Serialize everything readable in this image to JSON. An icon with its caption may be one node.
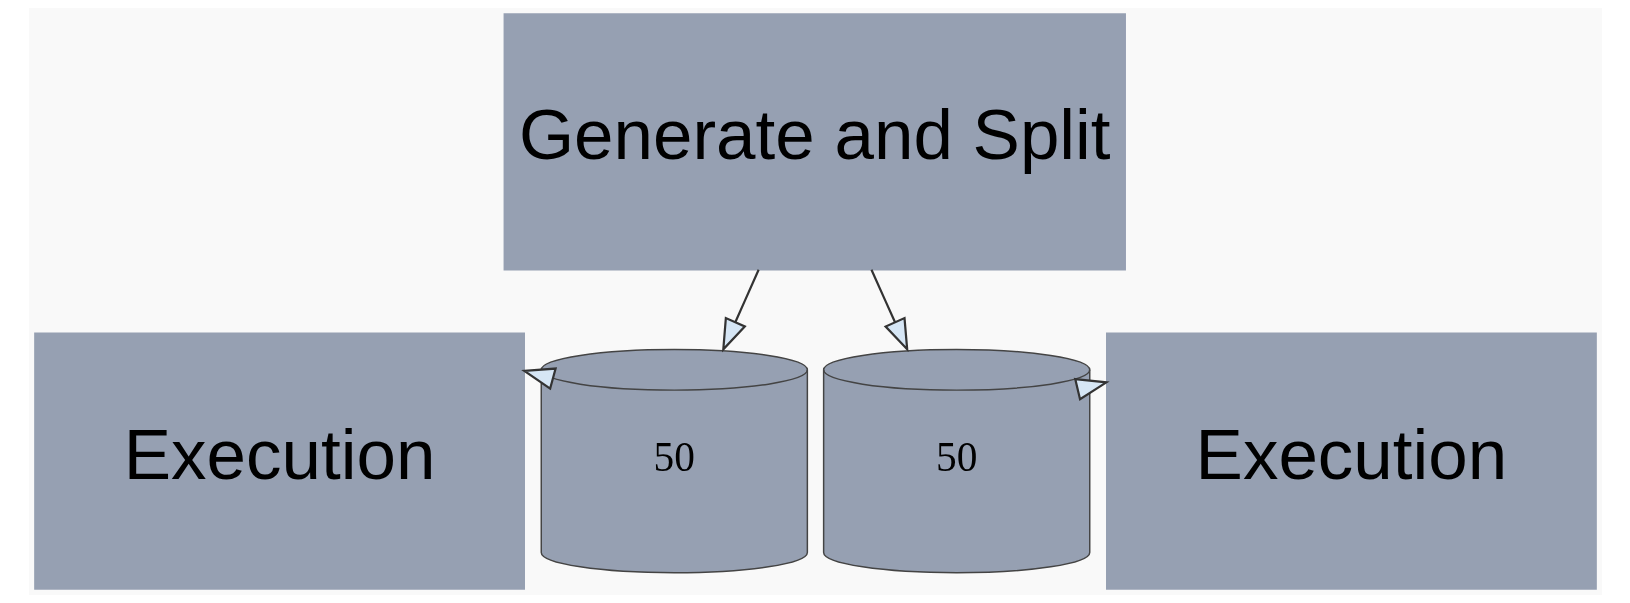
{
  "diagram": {
    "nodes": [
      {
        "text": [
          "Generate and Split"
        ]
      },
      {
        "text": [
          "Execution"
        ]
      },
      {
        "text": [
          "50"
        ]
      },
      {
        "text": [
          "50"
        ]
      },
      {
        "text": [
          "Execution"
        ]
      }
    ],
    "edges": [
      {
        "from": 0,
        "to": 2,
        "arrow": "to"
      },
      {
        "from": 0,
        "to": 3,
        "arrow": "to"
      },
      {
        "from": 2,
        "to": 1,
        "arrow": "to"
      },
      {
        "from": 3,
        "to": 4,
        "arrow": "to"
      }
    ]
  }
}
